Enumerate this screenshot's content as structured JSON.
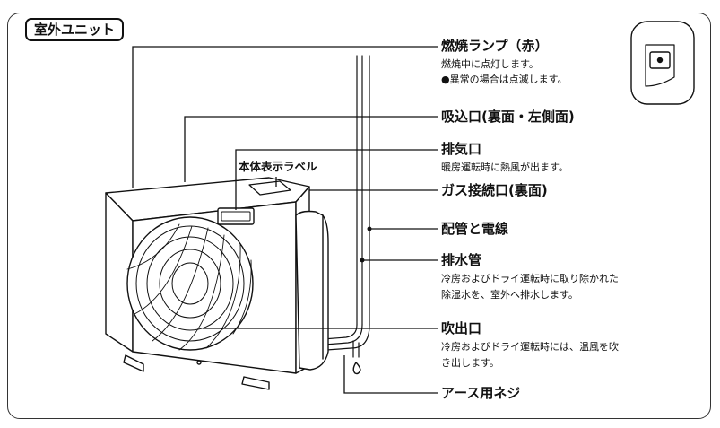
{
  "title": "室外ユニット",
  "labels": {
    "burn_lamp": {
      "title": "燃焼ランプ（赤）",
      "desc1": "燃焼中に点灯します。",
      "desc2": "●異常の場合は点滅します。"
    },
    "intake": {
      "title": "吸込口(裏面・左側面)"
    },
    "exhaust": {
      "title": "排気口",
      "desc1": "暖房運転時に熱風が出ます。"
    },
    "body_label": {
      "title": "本体表示ラベル"
    },
    "gas_port": {
      "title": "ガス接続口(裏面)"
    },
    "piping": {
      "title": "配管と電線"
    },
    "drain": {
      "title": "排水管",
      "desc1": "冷房およびドライ運転時に取り除かれた",
      "desc2": "除湿水を、室外へ排水します。"
    },
    "outlet": {
      "title": "吹出口",
      "desc1": "冷房およびドライ運転時には、温風を吹",
      "desc2": "き出します。"
    },
    "earth_screw": {
      "title": "アース用ネジ"
    }
  }
}
